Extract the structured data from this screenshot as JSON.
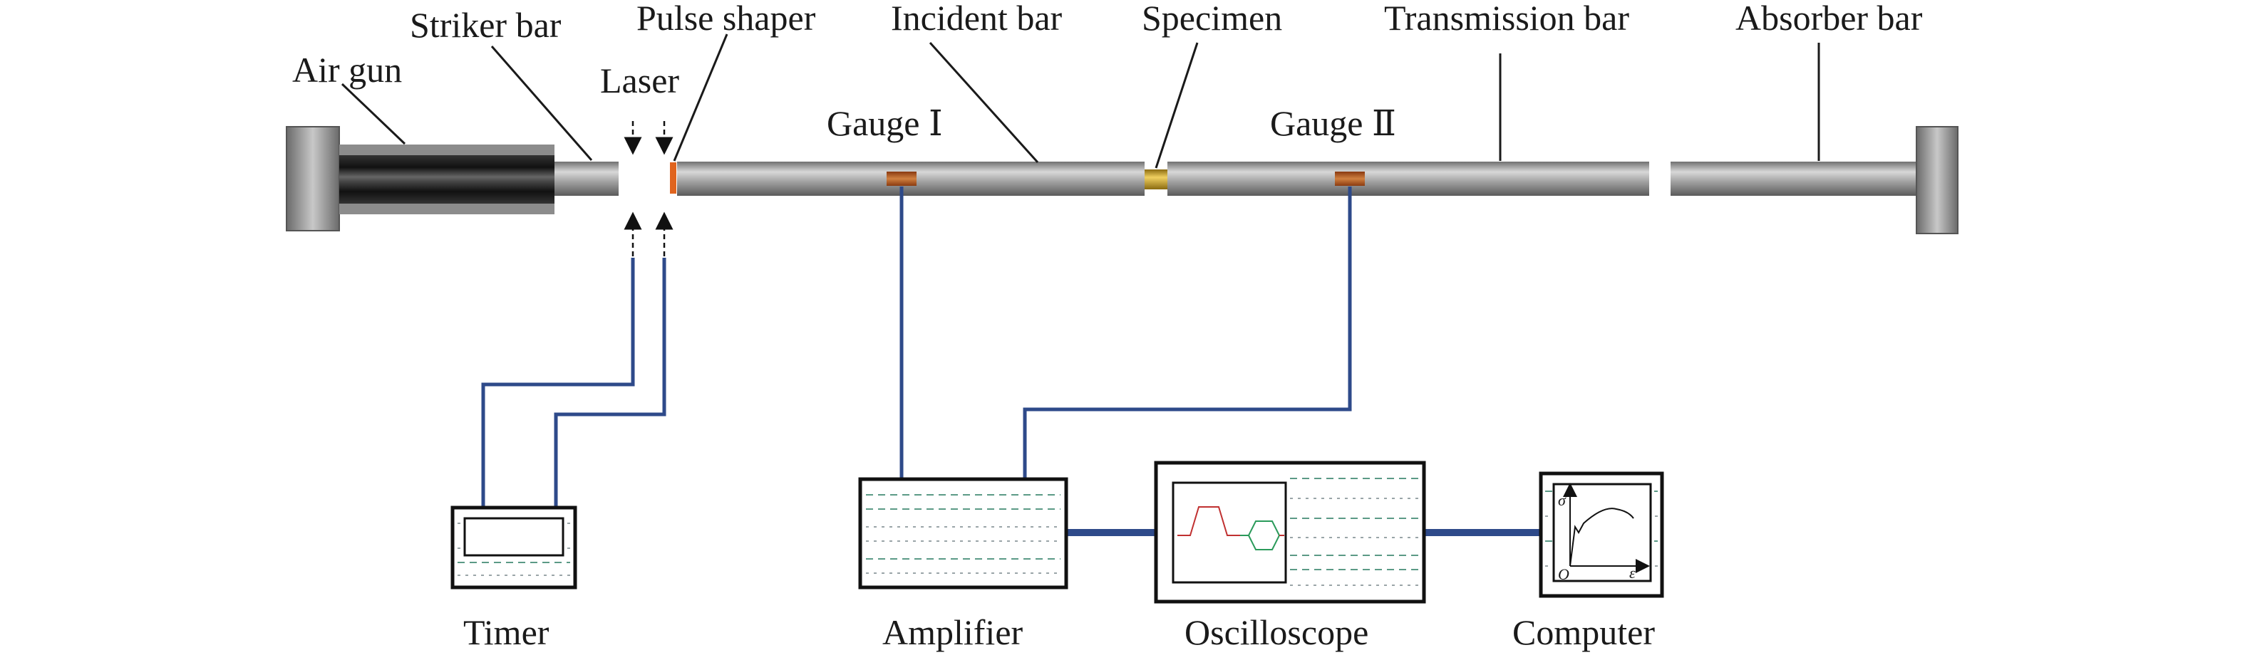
{
  "labels": {
    "air_gun": "Air gun",
    "striker_bar": "Striker bar",
    "laser": "Laser",
    "pulse_shaper": "Pulse shaper",
    "incident_bar": "Incident bar",
    "specimen": "Specimen",
    "transmission_bar": "Transmission bar",
    "absorber_bar": "Absorber bar",
    "gauge_1": "Gauge Ⅰ",
    "gauge_2": "Gauge Ⅱ",
    "timer": "Timer",
    "amplifier": "Amplifier",
    "oscilloscope": "Oscilloscope",
    "computer": "Computer"
  },
  "computer_plot": {
    "y_axis": "σ",
    "x_axis": "ε",
    "origin": "O"
  },
  "colors": {
    "bar_steel": "#9a9a9a",
    "air_gun_dark": "#222222",
    "pulse_shaper": "#e0641e",
    "specimen": "#c8a020",
    "gauge": "#b0602a",
    "wire": "#2e4a8a",
    "signal_red": "#c03030",
    "signal_green": "#2a9a5a"
  }
}
